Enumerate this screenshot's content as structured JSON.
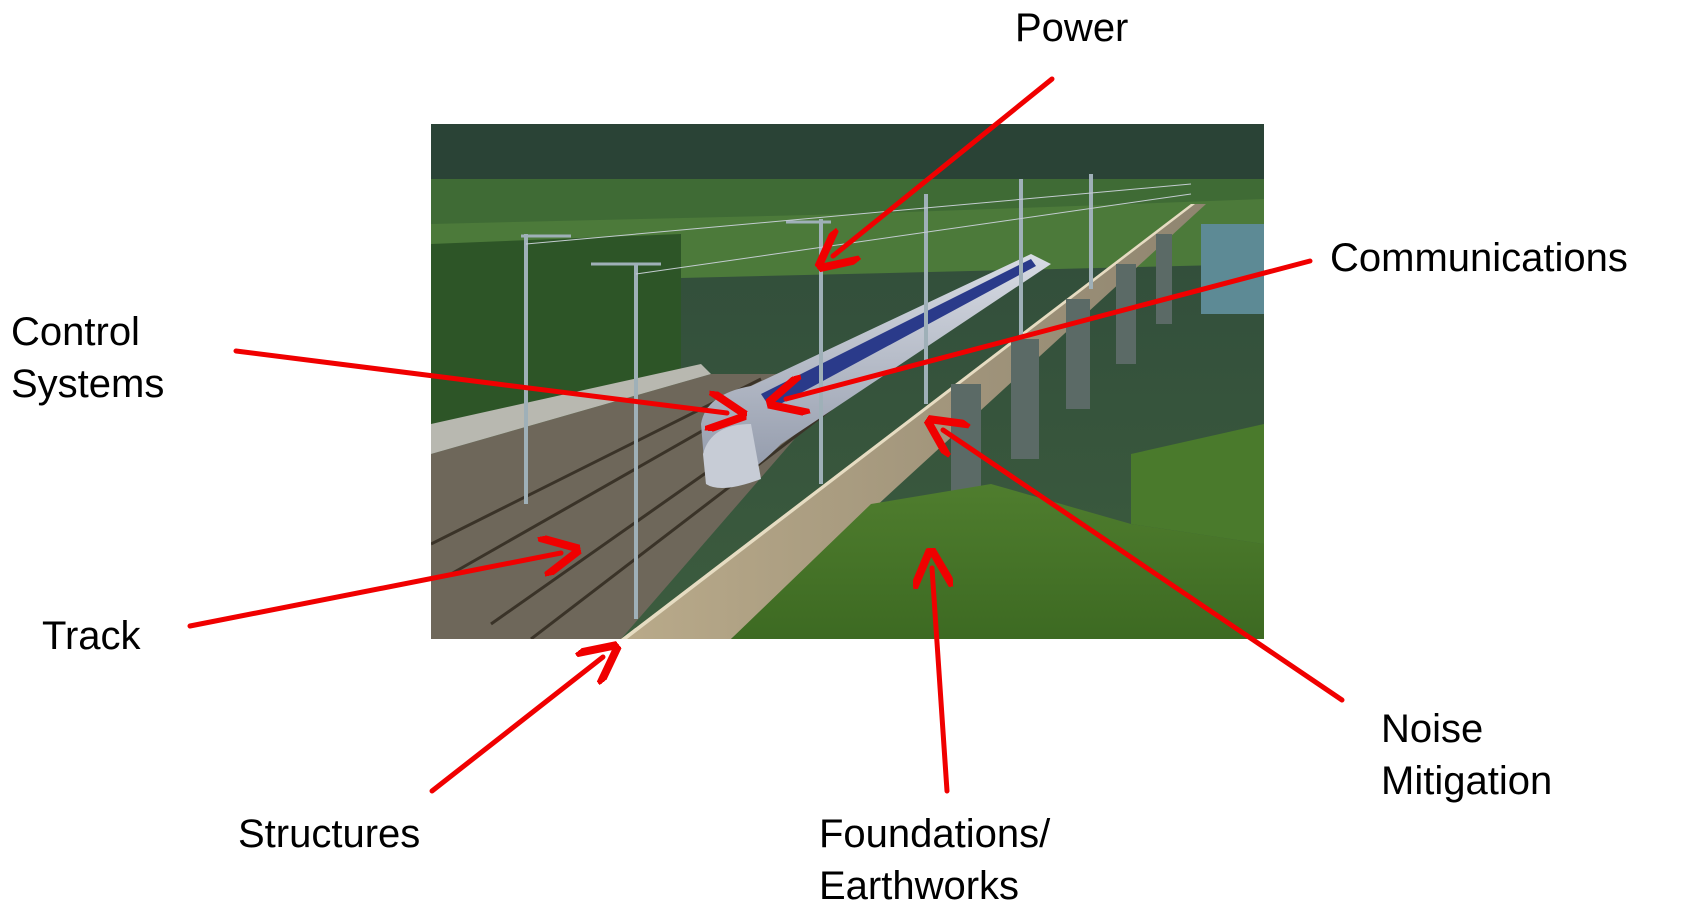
{
  "labels": {
    "power": "Power",
    "communications": "Communications",
    "control_line1": "Control",
    "control_line2": "Systems",
    "track": "Track",
    "structures": "Structures",
    "foundations_line1": "Foundations/",
    "foundations_line2": "Earthworks",
    "noise_line1": "Noise",
    "noise_line2": "Mitigation"
  },
  "colors": {
    "arrow": "#f00000"
  }
}
